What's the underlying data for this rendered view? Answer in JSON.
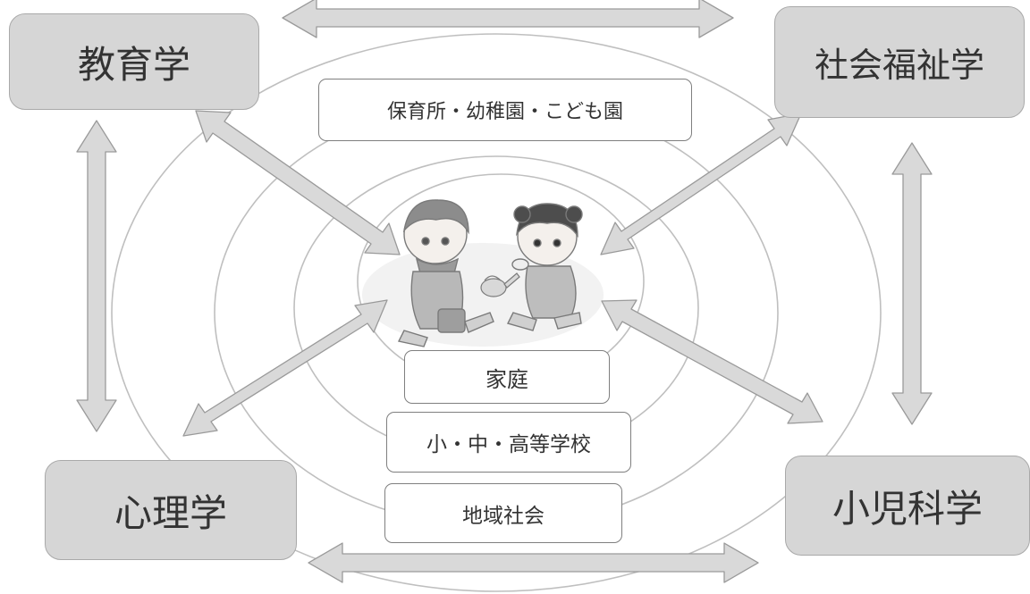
{
  "disciplines": {
    "top_left": "教育学",
    "top_right": "社会福祉学",
    "bottom_left": "心理学",
    "bottom_right": "小児科学"
  },
  "settings": {
    "nursery": "保育所・幼稚園・こども園",
    "home": "家庭",
    "school": "小・中・高等学校",
    "community": "地域社会"
  },
  "center_image": "children-playing-illustration",
  "colors": {
    "corner_fill": "#d6d6d6",
    "arrow_fill": "#d9d9d9",
    "ring_stroke": "#bfbfbf"
  }
}
